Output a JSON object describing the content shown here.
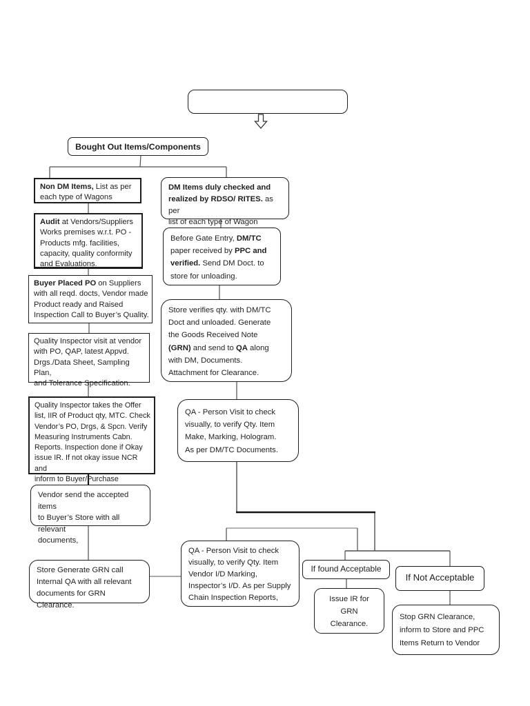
{
  "page": {
    "background": "#ffffff",
    "ink": "#1f1f1f",
    "border_color": "#1c1c1c",
    "connector_color": "#4d4d4d",
    "thick_connector_color": "#151515"
  },
  "nodes": {
    "start": {
      "text": ""
    },
    "bought_out": {
      "text": "Bought Out Items/Components"
    },
    "non_dm": {
      "runs": [
        {
          "t": "Non DM Items,",
          "b": true
        },
        {
          "t": " List as per\neach type of Wagons"
        }
      ]
    },
    "audit": {
      "runs": [
        {
          "t": "Audit",
          "b": true
        },
        {
          "t": " at Vendors/Suppliers\nWorks premises w.r.t. PO -\nProducts mfg. facilities,\ncapacity, quality conformity\nand Evaluations."
        }
      ]
    },
    "buyer_po": {
      "runs": [
        {
          "t": "Buyer Placed PO",
          "b": true
        },
        {
          "t": " on Suppliers\nwith all reqd. docts, Vendor made\nProduct ready and Raised\nInspection Call to Buyer’s Quality."
        }
      ]
    },
    "qi_visit": {
      "runs": [
        {
          "t": "Quality Inspector visit at vendor\nwith PO, QAP, latest Appvd.\nDrgs./Data Sheet, Sampling Plan,\nand Tolerance Specification."
        }
      ]
    },
    "qi_takes": {
      "runs": [
        {
          "t": "Quality Inspector takes the Offer\nlist, IIR of Product qty, MTC. Check\nVendor’s PO, Drgs, & Spcn.  Verify\nMeasuring Instruments Cabn.\nReports. Inspection done if Okay\nissue IR. If not okay issue NCR and\ninform to Buyer/Purchase"
        }
      ]
    },
    "vendor_send": {
      "runs": [
        {
          "t": "Vendor send the accepted items\nto Buyer’s Store with all relevant\ndocuments,"
        }
      ]
    },
    "store_grn": {
      "runs": [
        {
          "t": "Store Generate GRN call\nInternal QA with all relevant\ndocuments for GRN Clearance."
        }
      ]
    },
    "dm_items": {
      "runs": [
        {
          "t": "DM Items duly checked and\nrealized by RDSO/ RITES.",
          "b": true
        },
        {
          "t": " as per\nlist of each type of Wagon"
        }
      ]
    },
    "before_gate": {
      "runs": [
        {
          "t": "Before Gate Entry, "
        },
        {
          "t": "DM/TC",
          "b": true
        },
        {
          "t": "\npaper received by "
        },
        {
          "t": "PPC and\nverified.",
          "b": true
        },
        {
          "t": " Send DM Doct. to\nstore for unloading."
        }
      ]
    },
    "store_verifies": {
      "runs": [
        {
          "t": "Store verifies qty. with DM/TC\nDoct and unloaded. Generate\nthe Goods Received Note\n"
        },
        {
          "t": "(GRN)",
          "b": true
        },
        {
          "t": " and send to "
        },
        {
          "t": "QA",
          "b": true
        },
        {
          "t": " along\nwith DM, Documents.\nAttachment for Clearance."
        }
      ]
    },
    "qa_check": {
      "runs": [
        {
          "t": "QA - Person Visit to check\nvisually, to verify Qty. Item\nMake, Marking, Hologram.\nAs per DM/TC Documents."
        }
      ]
    },
    "qa_verify": {
      "runs": [
        {
          "t": "QA - Person Visit to check\nvisually, to verify Qty. Item\nVendor I/D Marking,\nInspector’s I/D. As per Supply\nChain Inspection Reports,"
        }
      ]
    },
    "if_found": {
      "text": "If found Acceptable"
    },
    "if_not": {
      "text": "If Not Acceptable"
    },
    "issue_ir": {
      "text": "Issue IR for\nGRN\nClearance."
    },
    "stop_grn": {
      "runs": [
        {
          "t": "Stop GRN Clearance,\ninform to Store and PPC\nItems Return to Vendor"
        }
      ]
    }
  }
}
